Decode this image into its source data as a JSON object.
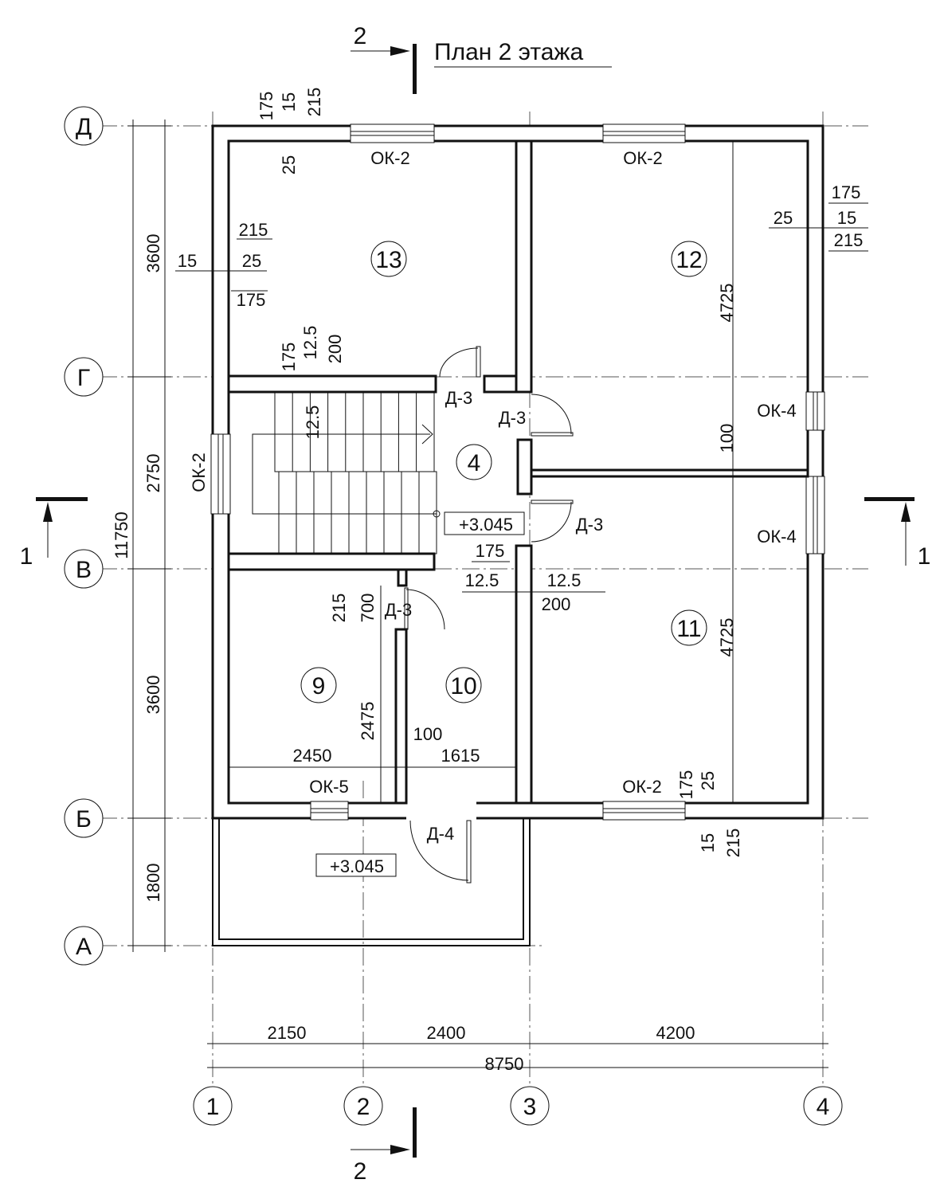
{
  "title": "План 2 этажа",
  "section_marks": {
    "section2": "2",
    "section1": "1"
  },
  "axes_rows": [
    "Д",
    "Г",
    "В",
    "Б",
    "А"
  ],
  "axes_cols": [
    "1",
    "2",
    "3",
    "4"
  ],
  "rooms": [
    "13",
    "12",
    "4",
    "9",
    "10",
    "11"
  ],
  "elevations": [
    "+3.045",
    "+3.045"
  ],
  "openings": {
    "ok2_top_left": "ОК-2",
    "ok2_top_right": "ОК-2",
    "ok2_left": "ОК-2",
    "ok2_bottom": "ОК-2",
    "ok4_upper": "ОК-4",
    "ok4_lower": "ОК-4",
    "ok5": "ОК-5",
    "d3_a": "Д-3",
    "d3_b": "Д-3",
    "d3_c": "Д-3",
    "d3_d": "Д-3",
    "d4": "Д-4"
  },
  "overall_dims": {
    "left_total": "11750",
    "left_chain": [
      "3600",
      "2750",
      "3600",
      "1800"
    ],
    "bottom_chain": [
      "2150",
      "2400",
      "4200"
    ],
    "bottom_total": "8750"
  },
  "detail_dims": [
    "175",
    "15",
    "215",
    "25",
    "215",
    "15",
    "25",
    "175",
    "175",
    "25",
    "15",
    "215",
    "4725",
    "100",
    "4725",
    "175",
    "12.5",
    "200",
    "12.5",
    "175",
    "12.5",
    "12.5",
    "200",
    "215",
    "700",
    "2475",
    "100",
    "2450",
    "1615",
    "175",
    "25",
    "15",
    "215"
  ]
}
